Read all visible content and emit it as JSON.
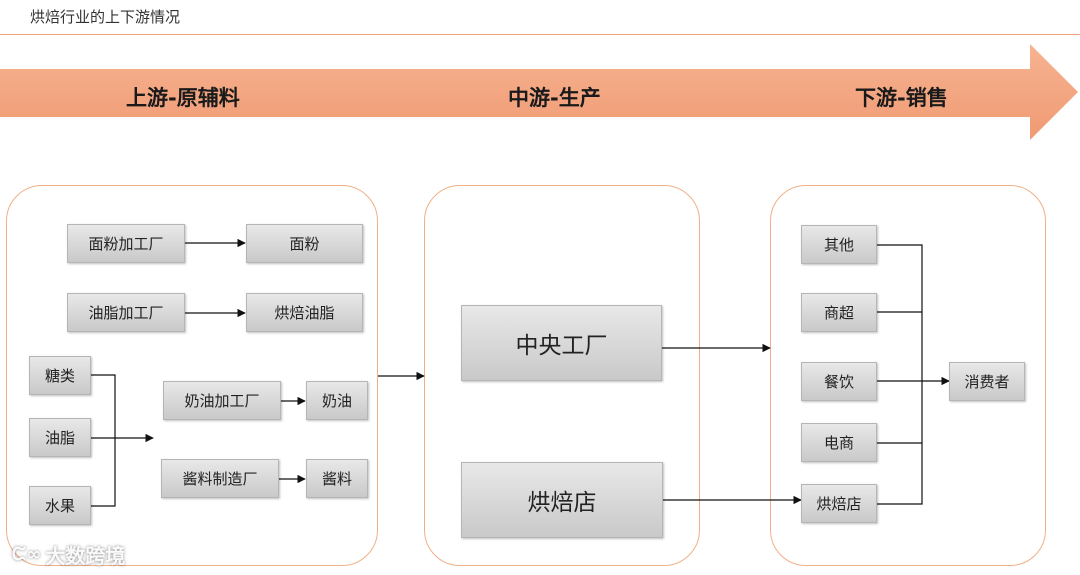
{
  "title": "烘焙行业的上下游情况",
  "stages": {
    "upstream": "上游-原辅料",
    "midstream": "中游-生产",
    "downstream": "下游-销售"
  },
  "upstream": {
    "flour_factory": "面粉加工厂",
    "flour": "面粉",
    "fat_factory": "油脂加工厂",
    "baking_fat": "烘焙油脂",
    "sugar": "糖类",
    "oil": "油脂",
    "fruit": "水果",
    "butter_factory": "奶油加工厂",
    "butter": "奶油",
    "sauce_factory": "酱料制造厂",
    "sauce": "酱料"
  },
  "midstream": {
    "central_factory": "中央工厂",
    "bakery": "烘焙店"
  },
  "downstream": {
    "other": "其他",
    "supermarket": "商超",
    "catering": "餐饮",
    "ecommerce": "电商",
    "bakery": "烘焙店",
    "consumer": "消费者"
  },
  "watermark": "大数跨境",
  "colors": {
    "banner": "#f4a583",
    "panel_border": "#f0b088",
    "box_fill": "#d4d4d4",
    "rule": "#f0a27a"
  }
}
